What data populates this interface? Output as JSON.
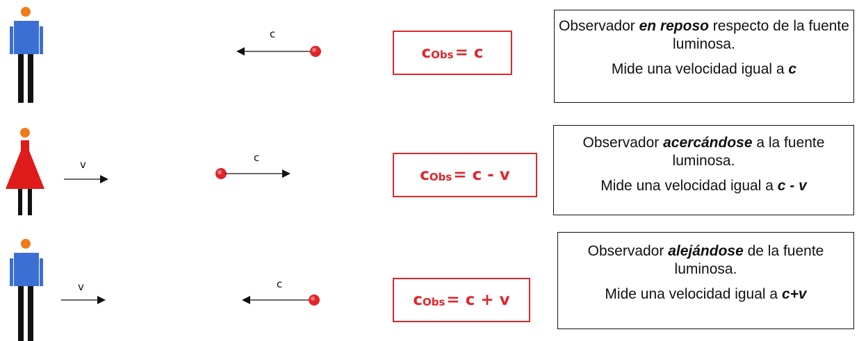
{
  "rows": [
    {
      "arrow_label": "c",
      "formula": {
        "prefix": "c",
        "sub": "Obs",
        "rest": "= c"
      },
      "desc": {
        "pre": "Observador ",
        "emph": "en reposo",
        "post": " respecto de la fuente luminosa.",
        "measure_pre": "Mide una velocidad igual a ",
        "measure_val": "c"
      }
    },
    {
      "observer_arrow_label": "v",
      "arrow_label": "c",
      "formula": {
        "prefix": "c",
        "sub": "Obs",
        "rest": "= c - v"
      },
      "desc": {
        "pre": "Observador ",
        "emph": "acercándose",
        "post": " a la fuente luminosa.",
        "measure_pre": "Mide una velocidad igual a ",
        "measure_val": "c - v"
      }
    },
    {
      "observer_arrow_label": "v",
      "arrow_label": "c",
      "formula": {
        "prefix": "c",
        "sub": "Obs",
        "rest": "= c + v"
      },
      "desc": {
        "pre": "Observador ",
        "emph": "alejándose",
        "post": " de la fuente luminosa.",
        "measure_pre": "Mide una velocidad igual a ",
        "measure_val": "c+v"
      }
    }
  ],
  "colors": {
    "accent": "#e0262b",
    "shirt": "#3b6fd4",
    "head": "#f07a1a",
    "dress": "#e01b1b"
  }
}
